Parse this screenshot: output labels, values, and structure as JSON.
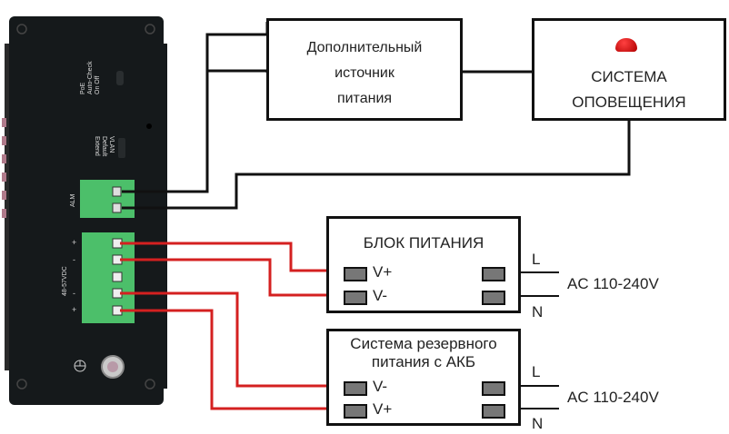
{
  "device": {
    "poe_switch_label": "PoE\nAuto-Check\nOn Off",
    "poe_label_lines": [
      "PoE",
      "Auto-Check",
      "On  Off"
    ],
    "dip_labels": [
      "VLAN",
      "Default",
      "Extend"
    ],
    "alm_label": "ALM",
    "power_label": "48-57VDC",
    "power_pin_signs": [
      "+",
      "-",
      "-",
      "+"
    ],
    "ground_symbol": "⏚"
  },
  "boxes": {
    "extra_power": {
      "lines": [
        "Дополнительный",
        "источник",
        "питания"
      ]
    },
    "alert_system": {
      "lines": [
        "СИСТЕМА",
        "ОПОВЕЩЕНИЯ"
      ],
      "beacon_color": "#d01010"
    },
    "psu": {
      "title": "БЛОК ПИТАНИЯ",
      "left_terms": [
        "V+",
        "V-"
      ],
      "ac_labels": [
        "L",
        "N"
      ],
      "ac_text": "AC 110-240V"
    },
    "backup": {
      "title_lines": [
        "Система резервного",
        "питания с АКБ"
      ],
      "left_terms": [
        "V-",
        "V+"
      ],
      "ac_labels": [
        "L",
        "N"
      ],
      "ac_text": "AC 110-240V"
    }
  },
  "colors": {
    "dc_wire": "#d42020",
    "signal_wire": "#111111",
    "terminal_block": "#4cbf6a",
    "device_body": "#15191b"
  }
}
